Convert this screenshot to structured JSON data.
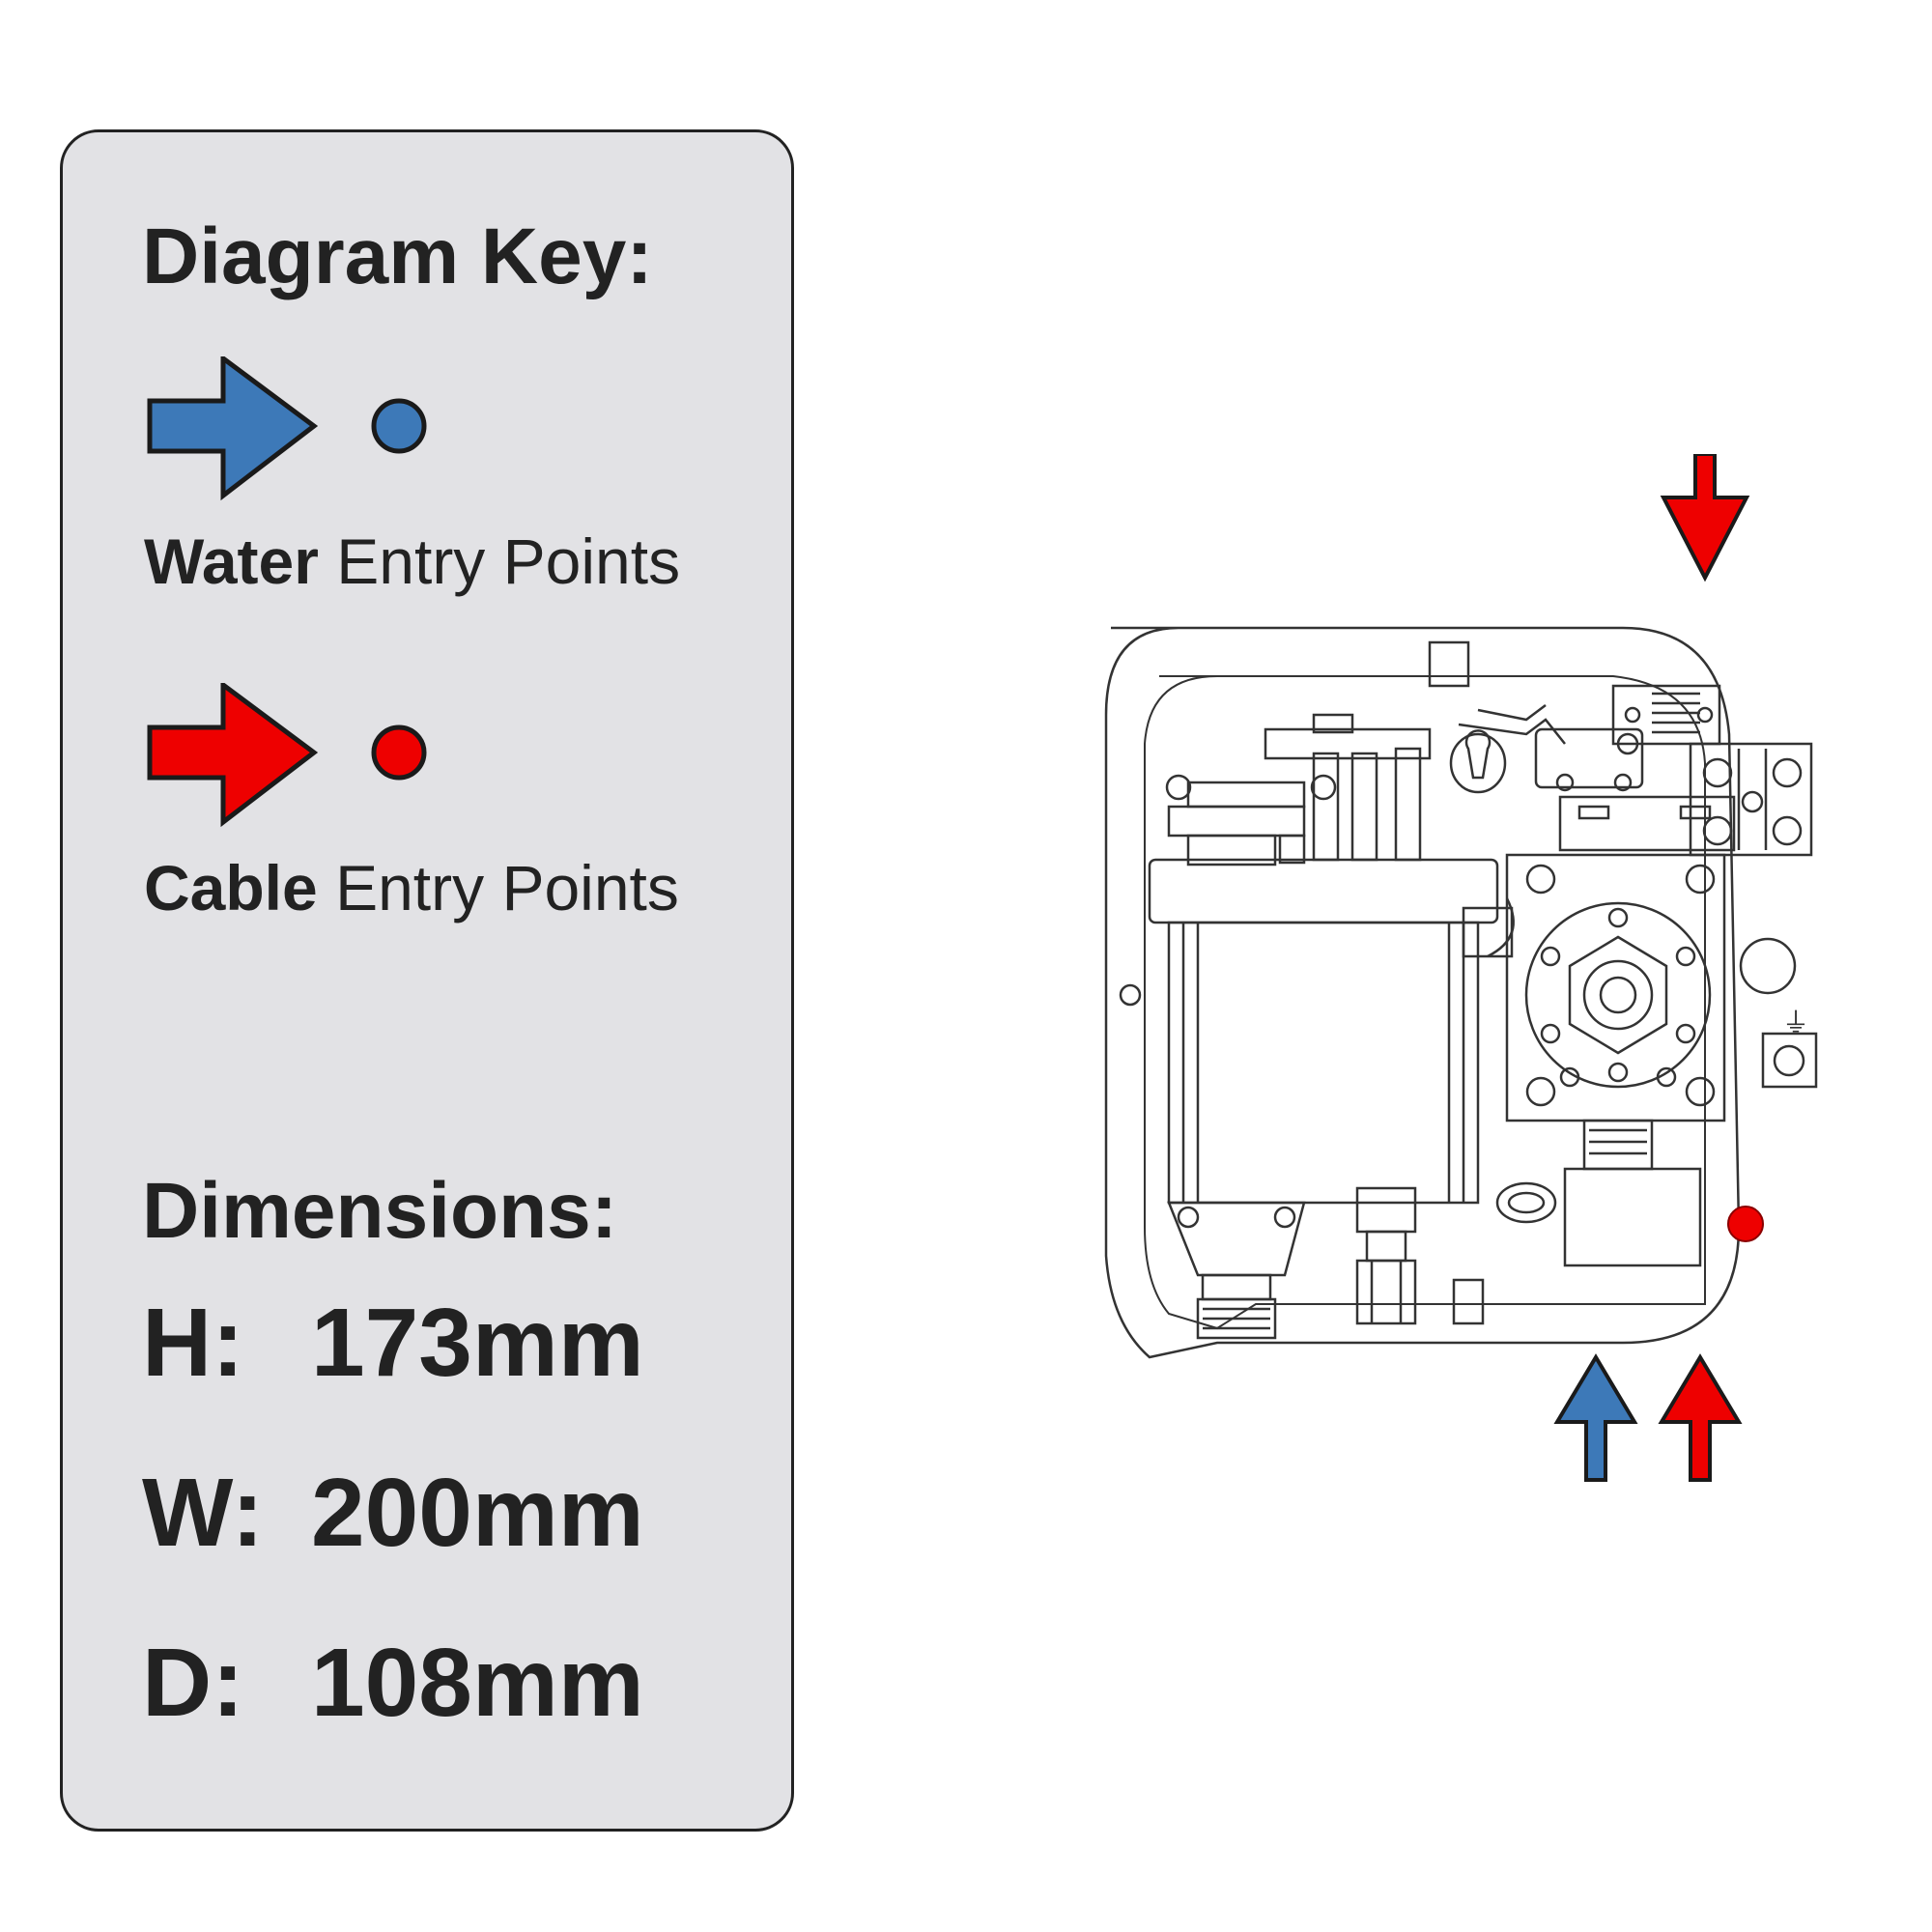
{
  "key": {
    "heading": "Diagram Key:",
    "water": {
      "bold": "Water",
      "rest": " Entry Points",
      "color": "#3d79b8"
    },
    "cable": {
      "bold": "Cable",
      "rest": " Entry Points",
      "color": "#ee0000"
    }
  },
  "dimensions": {
    "heading": "Dimensions:",
    "items": [
      {
        "label": "H:",
        "value": "173mm"
      },
      {
        "label": "W:",
        "value": "200mm"
      },
      {
        "label": "D:",
        "value": "108mm"
      }
    ]
  },
  "diagram": {
    "earth_symbol": "⏚",
    "entry_markers": [
      {
        "type": "cable",
        "direction": "down",
        "location": "top-right"
      },
      {
        "type": "water",
        "direction": "up",
        "location": "bottom-right"
      },
      {
        "type": "cable",
        "direction": "up",
        "location": "bottom-right"
      },
      {
        "type": "cable",
        "direction": "dot",
        "location": "inside-bottom-right"
      }
    ]
  }
}
